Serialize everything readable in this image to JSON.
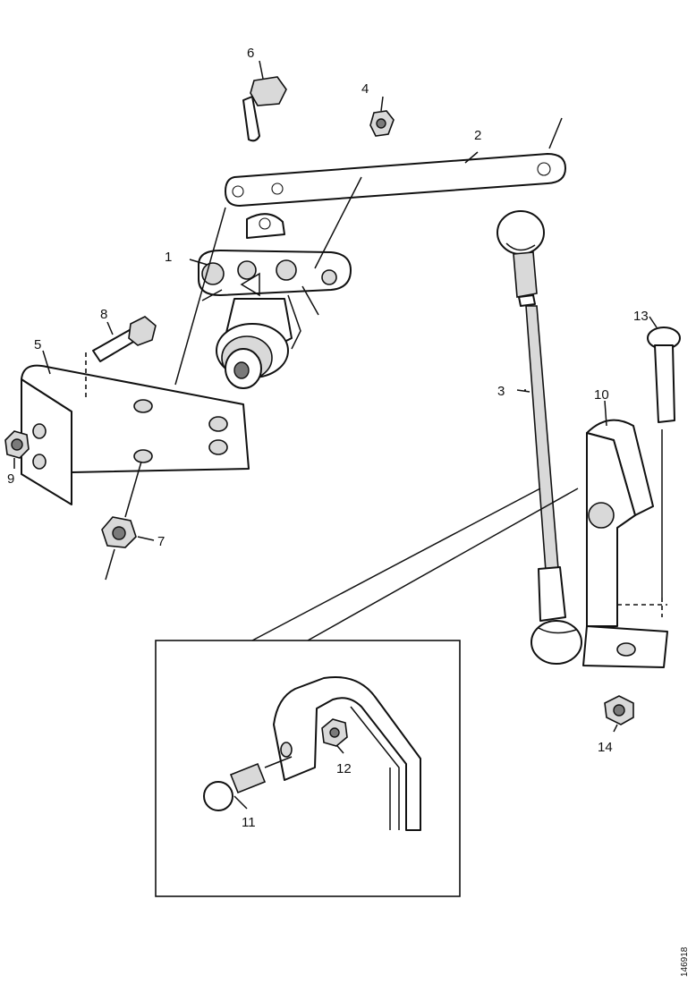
{
  "callouts": [
    "1",
    "2",
    "3",
    "4",
    "5",
    "6",
    "7",
    "8",
    "9",
    "10",
    "11",
    "12",
    "13",
    "14"
  ],
  "reference_code": "146918"
}
